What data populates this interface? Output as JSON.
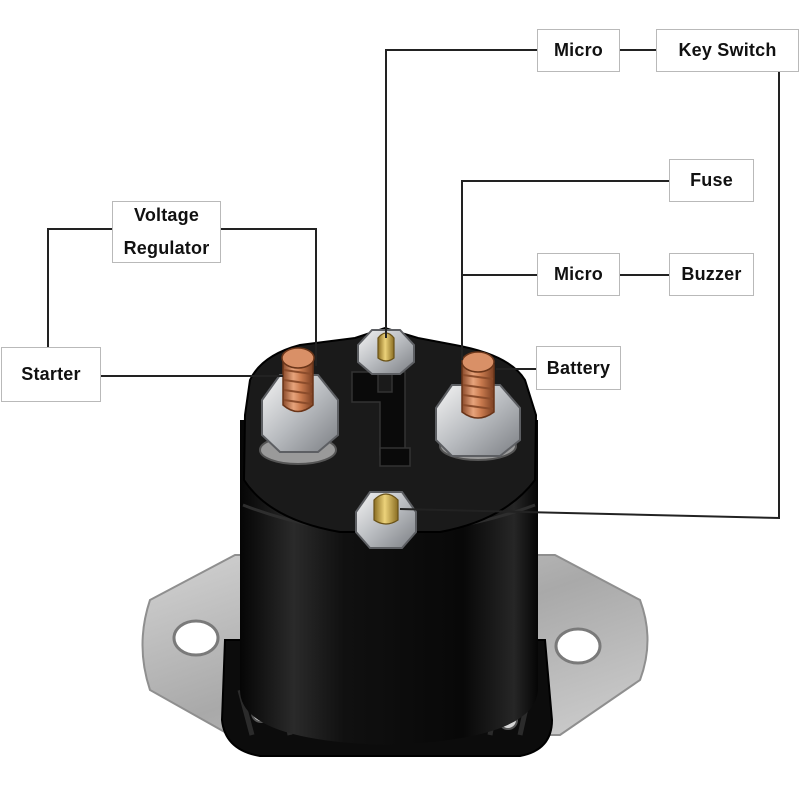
{
  "labels": {
    "micro_top": "Micro",
    "key_switch": "Key Switch",
    "fuse": "Fuse",
    "voltage_regulator_line1": "Voltage",
    "voltage_regulator_line2": "Regulator",
    "micro_middle": "Micro",
    "buzzer": "Buzzer",
    "starter": "Starter",
    "battery": "Battery"
  },
  "colors": {
    "wire": "#222222",
    "label_border": "#b9b9b9",
    "solenoid_body": "#141414",
    "copper_stud": "#c97a4e",
    "brass_stud": "#c9a64a",
    "mounting_plate": "#b8b8b8"
  }
}
